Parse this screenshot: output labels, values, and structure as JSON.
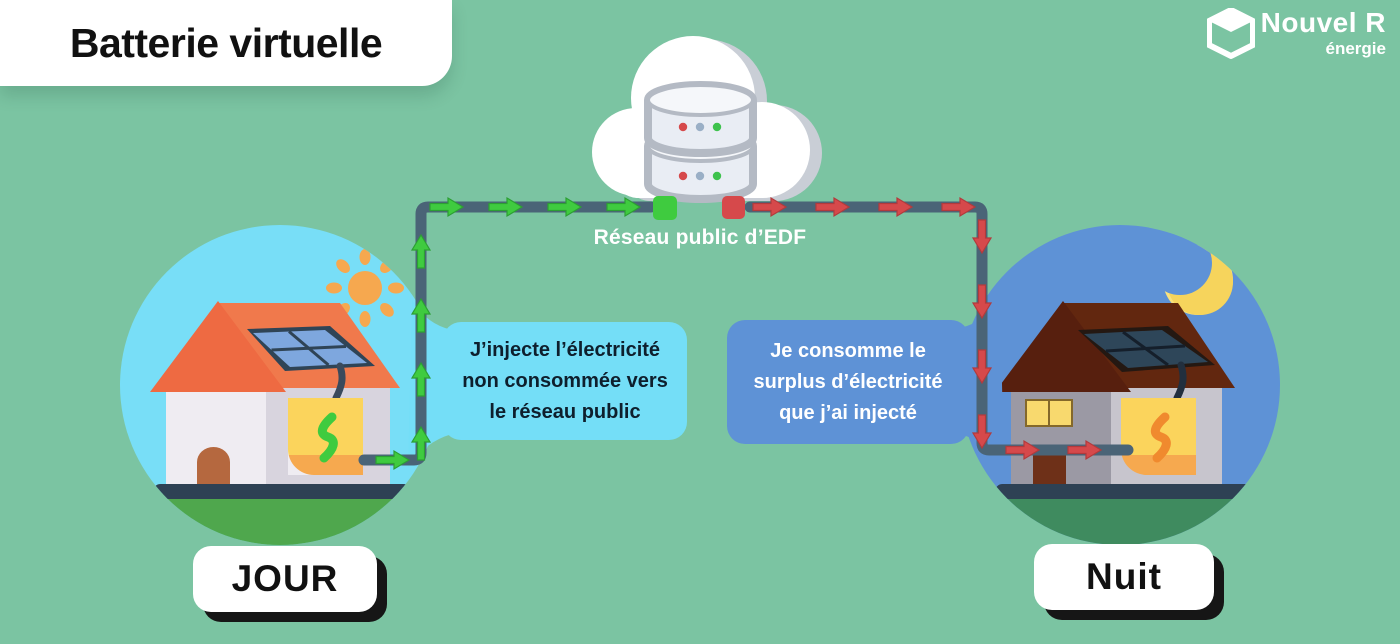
{
  "title": "Batterie virtuelle",
  "logo": {
    "brand": "Nouvel R",
    "tagline": "énergie"
  },
  "network": {
    "label": "Réseau public d’EDF"
  },
  "day": {
    "badge": "JOUR",
    "bubble": "J’injecte l’électricité non consommée vers le réseau public"
  },
  "night": {
    "badge": "Nuit",
    "bubble": "Je consomme le surplus d’électricité que j’ai injecté"
  },
  "icons": {
    "cloud": "cloud-server",
    "sun": "sun",
    "moon": "crescent-moon",
    "bolt_day": "green-lightning-bolt",
    "bolt_night": "orange-lightning-bolt"
  },
  "colors": {
    "background": "#7BC4A2",
    "injection_green": "#3FCB3F",
    "consumption_red": "#D6494B",
    "line_slate": "#4A6477",
    "day_sky": "#78DEF7",
    "night_sky": "#5E92D6",
    "day_bubble": "#74DEF7",
    "night_bubble": "#5E92D6",
    "meter_yellow": "#FBD45C"
  }
}
